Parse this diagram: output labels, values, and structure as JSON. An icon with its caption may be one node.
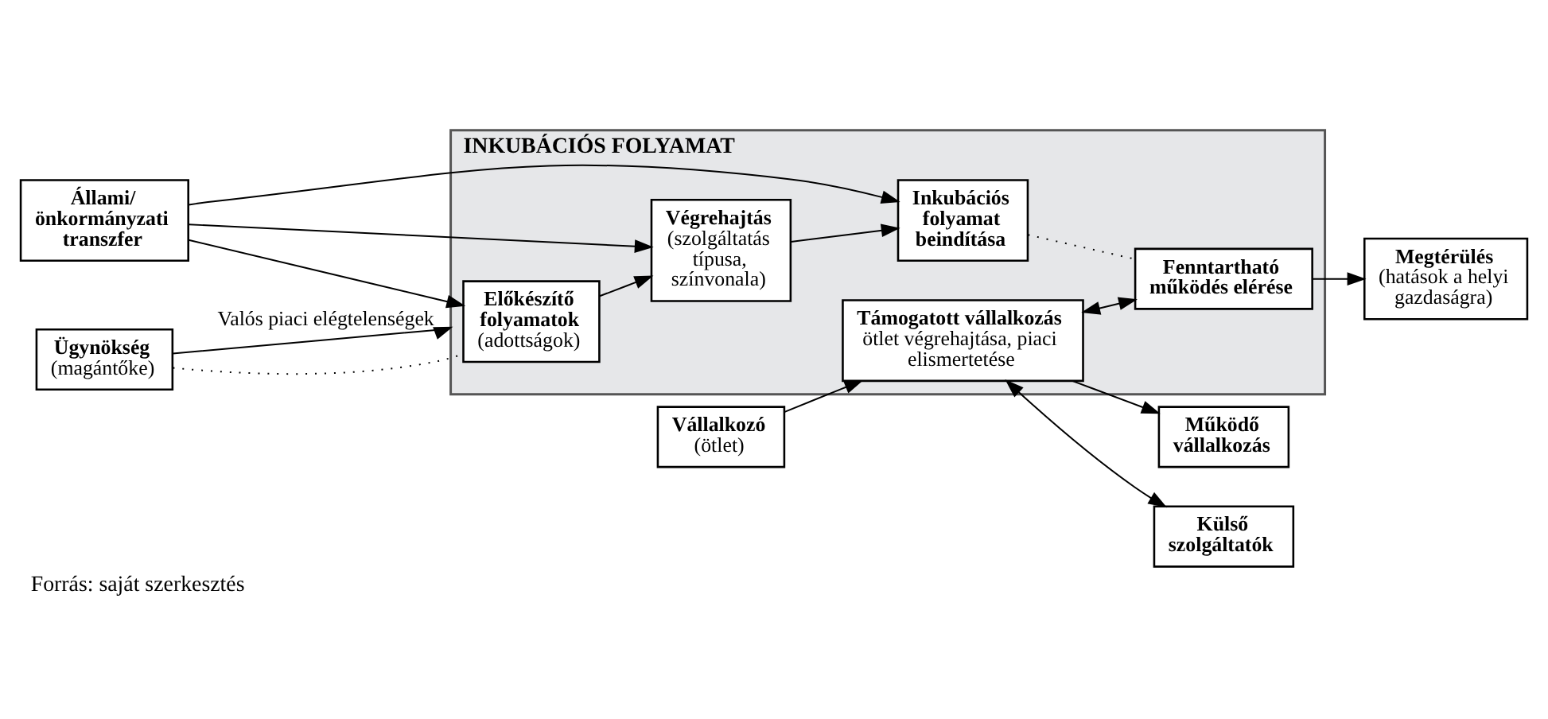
{
  "diagram": {
    "caption": "Forrás: saját szerkesztés",
    "nodes": [
      {
        "text": [
          "INKUBÁCIÓS FOLYAMAT"
        ]
      },
      {
        "text": [
          "Állami/ önkormányzati transzfer"
        ]
      },
      {
        "text": [
          "Előkészítő folyamatok",
          "(adottságok)"
        ],
        "in": 0
      },
      {
        "text": [
          "Végrehajtás",
          "(szolgáltatás típusa, színvonala)"
        ],
        "in": 0
      },
      {
        "text": [
          "Inkubációs folyamat beindítása"
        ],
        "in": 0
      },
      {
        "text": [
          "Fenntartható működés elérése"
        ],
        "in": 0
      },
      {
        "text": [
          "Megtérülés",
          "(hatások a helyi gazdaságra)"
        ]
      },
      {
        "text": [
          "Ügynökség",
          "(magántőke)"
        ]
      },
      {
        "text": [
          "Vállalkozó",
          "(ötlet)"
        ]
      },
      {
        "text": [
          "Támogatott vállalkozás",
          "ötlet végrehajtása, piaci elismertetése"
        ],
        "in": 0
      },
      {
        "text": [
          "Működő vállalkozás"
        ]
      },
      {
        "text": [
          "Külső szolgáltatók"
        ]
      }
    ],
    "edges": [
      {
        "from": 1,
        "to": 2,
        "arrow": "to"
      },
      {
        "from": 1,
        "to": 3,
        "arrow": "to"
      },
      {
        "from": 1,
        "to": 4,
        "arrow": "to"
      },
      {
        "from": 2,
        "to": 3,
        "arrow": "to"
      },
      {
        "from": 3,
        "to": 4,
        "arrow": "to"
      },
      {
        "from": 4,
        "to": 5,
        "arrow": "none",
        "style": "dashed"
      },
      {
        "from": 5,
        "to": 6,
        "arrow": "to"
      },
      {
        "from": 7,
        "to": 2,
        "arrow": "none",
        "style": "dashed"
      },
      {
        "from": 7,
        "to": 0,
        "arrow": "to",
        "label": "Valós piaci elégtelenségek"
      },
      {
        "from": 8,
        "to": 9,
        "arrow": "to"
      },
      {
        "from": 9,
        "to": 5,
        "arrow": "both"
      },
      {
        "from": 9,
        "to": 10,
        "arrow": "to"
      },
      {
        "from": 9,
        "to": 11,
        "arrow": "both"
      }
    ]
  }
}
